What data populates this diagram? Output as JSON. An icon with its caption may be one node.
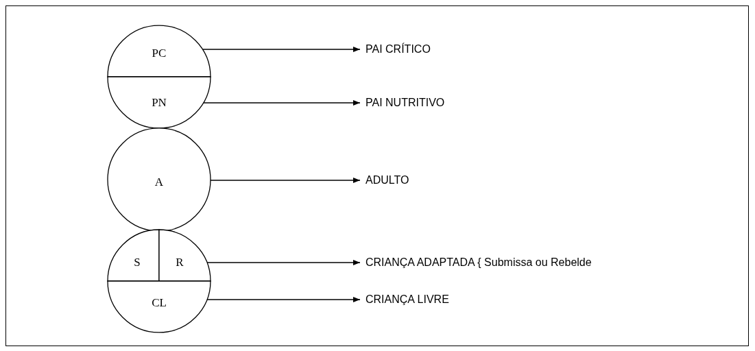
{
  "diagram": {
    "nodes": [
      {
        "text": [
          "PC"
        ]
      },
      {
        "text": [
          "PN"
        ]
      },
      {
        "text": [
          "A"
        ]
      },
      {
        "text": [
          "S"
        ]
      },
      {
        "text": [
          "R"
        ]
      },
      {
        "text": [
          "CL"
        ]
      },
      {
        "text": [
          "PAI CRÍTICO"
        ]
      },
      {
        "text": [
          "PAI NUTRITIVO"
        ]
      },
      {
        "text": [
          "ADULTO"
        ]
      },
      {
        "text": [
          "CRIANÇA ADAPTADA { Submissa ou Rebelde"
        ]
      },
      {
        "text": [
          "CRIANÇA LIVRE"
        ]
      }
    ],
    "edges": [
      {
        "from": 0,
        "to": 6,
        "arrow": "to"
      },
      {
        "from": 1,
        "to": 7,
        "arrow": "to"
      },
      {
        "from": 2,
        "to": 8,
        "arrow": "to"
      },
      {
        "from": 4,
        "to": 9,
        "arrow": "to"
      },
      {
        "from": 5,
        "to": 10,
        "arrow": "to"
      }
    ]
  }
}
